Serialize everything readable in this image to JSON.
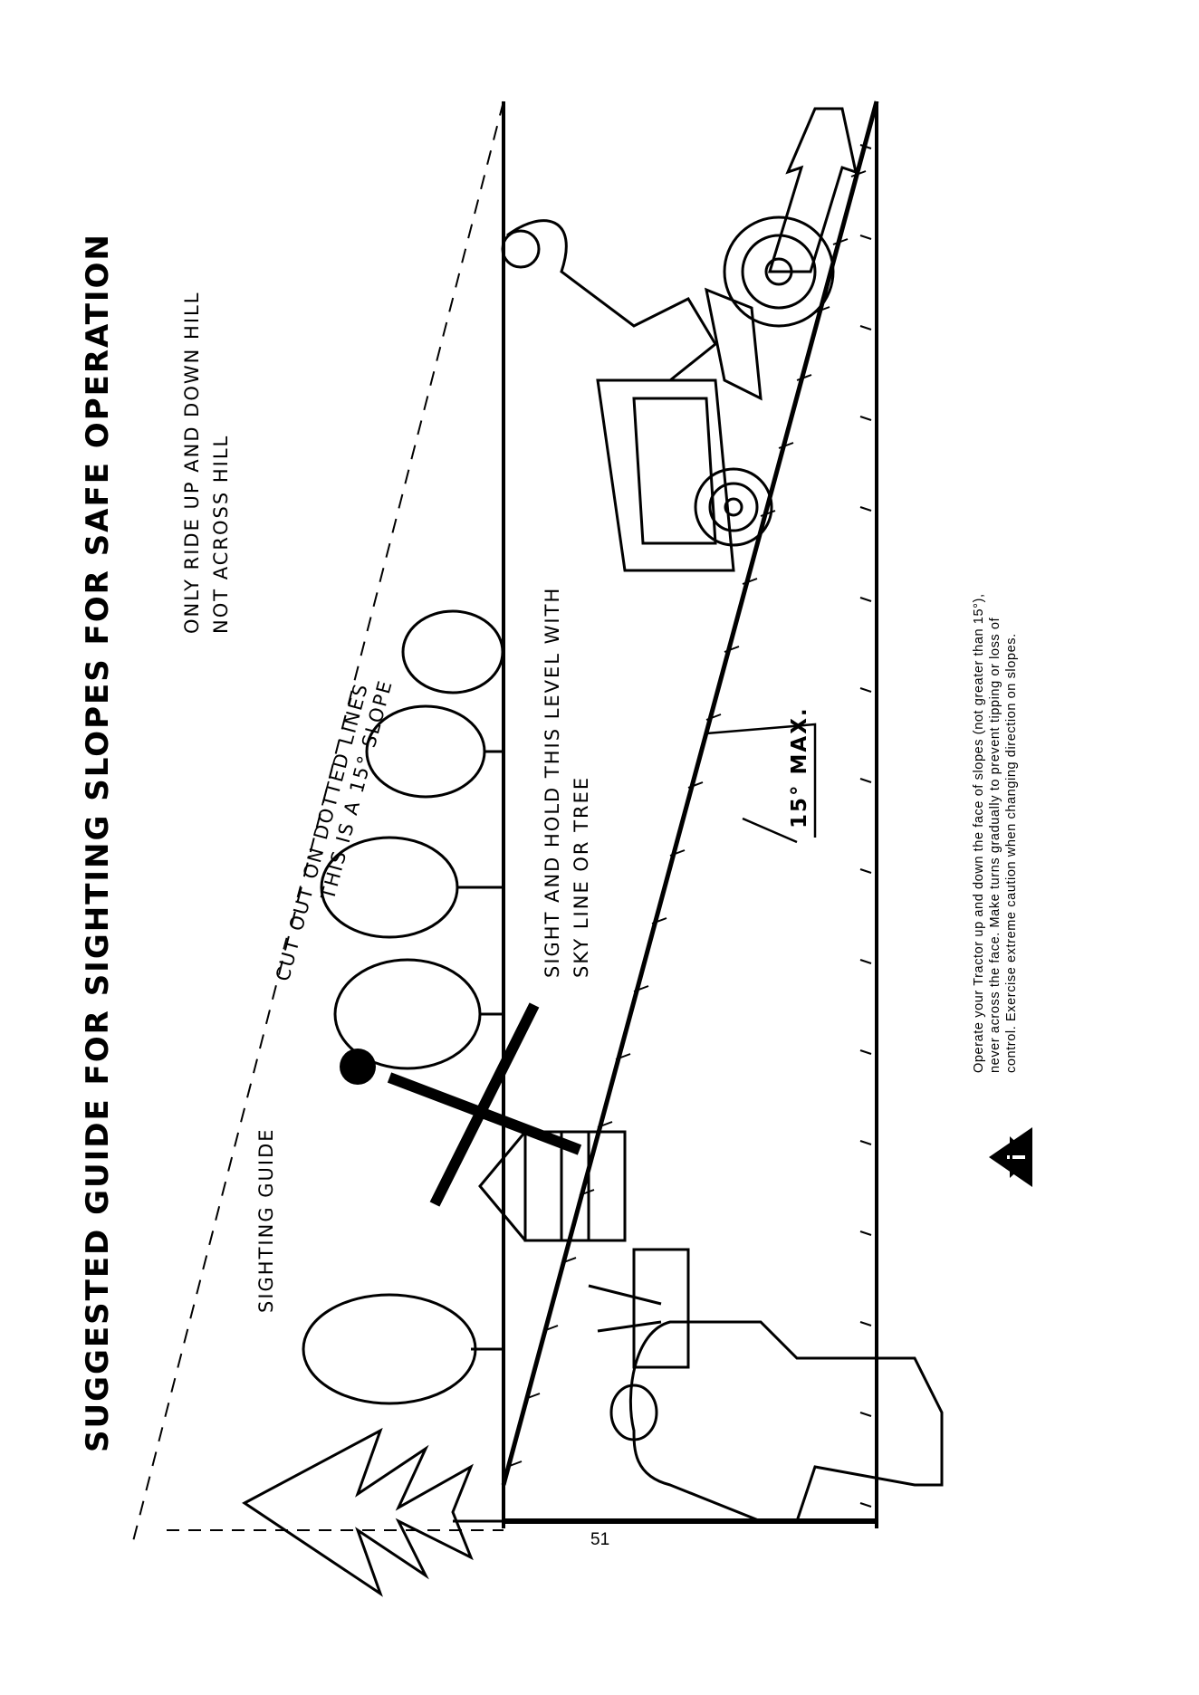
{
  "page": {
    "title": "SUGGESTED GUIDE FOR SIGHTING SLOPES FOR SAFE OPERATION",
    "page_number": "51"
  },
  "labels": {
    "ride_line1": "ONLY RIDE UP AND DOWN HILL",
    "ride_line2": "NOT ACROSS HILL",
    "cut_out": "CUT OUT ON DOTTED LINES",
    "slope": "THIS IS A 15° SLOPE",
    "sight_line1": "SIGHT AND HOLD THIS LEVEL WITH",
    "sight_line2": "SKY LINE OR TREE",
    "sighting_guide": "SIGHTING GUIDE",
    "max": "15° MAX."
  },
  "warning": {
    "icon": "warning-triangle-icon",
    "text": "Operate your Tractor up and down the face of slopes (not greater than 15°), never across the face. Make turns gradually to prevent tipping or loss of control. Exercise extreme caution when changing direction on slopes."
  },
  "colors": {
    "ink": "#000000",
    "paper": "#ffffff"
  }
}
